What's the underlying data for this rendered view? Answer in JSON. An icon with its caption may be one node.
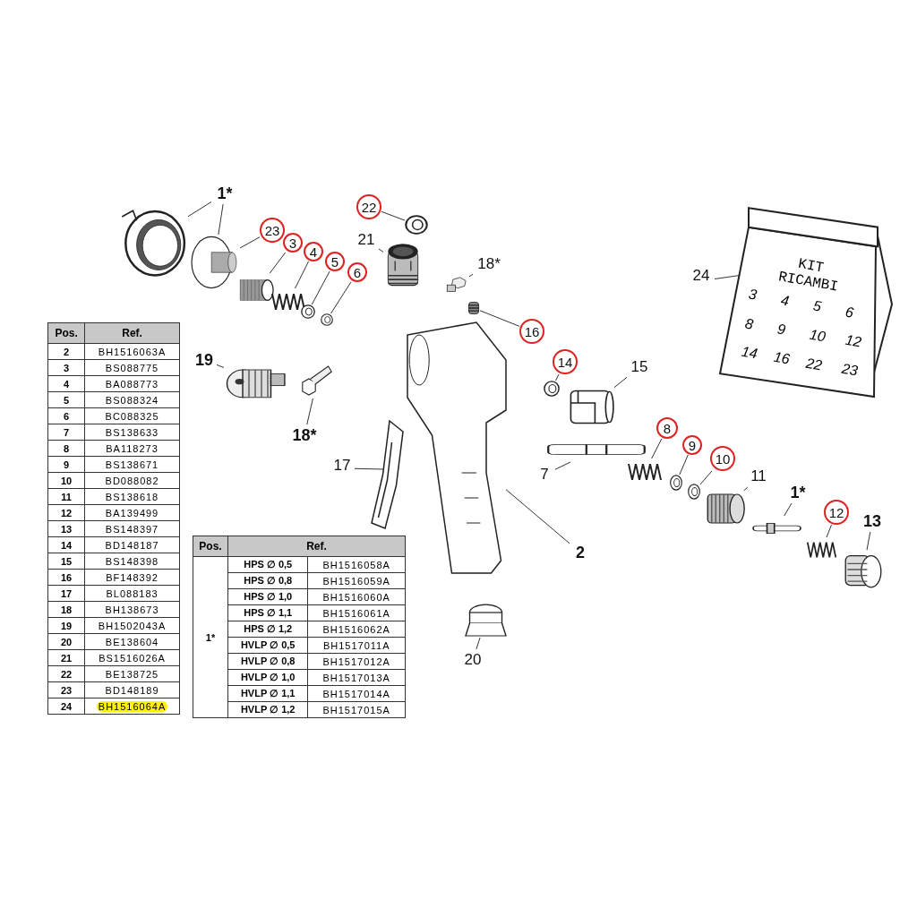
{
  "diagram": {
    "nodes": [
      {
        "text": [
          "1*"
        ]
      },
      {
        "text": [],
        "shape": "picture"
      },
      {
        "text": [],
        "shape": "picture"
      },
      {
        "text": [
          "23"
        ]
      },
      {
        "text": [
          "3"
        ]
      },
      {
        "text": [],
        "shape": "picture"
      },
      {
        "text": [
          "4"
        ]
      },
      {
        "text": [],
        "shape": "picture"
      },
      {
        "text": [
          "5"
        ]
      },
      {
        "text": [],
        "shape": "picture"
      },
      {
        "text": [
          "6"
        ]
      },
      {
        "text": [],
        "shape": "picture"
      },
      {
        "text": [
          "22"
        ]
      },
      {
        "text": [],
        "shape": "picture"
      },
      {
        "text": [
          "21"
        ]
      },
      {
        "text": [],
        "shape": "picture"
      },
      {
        "text": [
          "18*"
        ]
      },
      {
        "text": [],
        "shape": "picture"
      },
      {
        "text": [
          "16"
        ]
      },
      {
        "text": [],
        "shape": "picture"
      },
      {
        "text": [],
        "shape": "picture"
      },
      {
        "text": [
          "19"
        ]
      },
      {
        "text": [],
        "shape": "picture"
      },
      {
        "text": [
          "18*"
        ]
      },
      {
        "text": [],
        "shape": "picture"
      },
      {
        "text": [
          "14"
        ]
      },
      {
        "text": [],
        "shape": "picture"
      },
      {
        "text": [
          "15"
        ]
      },
      {
        "text": [],
        "shape": "picture"
      },
      {
        "text": [
          "7"
        ]
      },
      {
        "text": [],
        "shape": "picture"
      },
      {
        "text": [
          "17"
        ]
      },
      {
        "text": [],
        "shape": "picture"
      },
      {
        "text": [
          "2"
        ]
      },
      {
        "text": [
          "8"
        ]
      },
      {
        "text": [],
        "shape": "picture"
      },
      {
        "text": [
          "9"
        ]
      },
      {
        "text": [],
        "shape": "picture"
      },
      {
        "text": [
          "10"
        ]
      },
      {
        "text": [],
        "shape": "picture"
      },
      {
        "text": [
          "11"
        ]
      },
      {
        "text": [],
        "shape": "picture"
      },
      {
        "text": [
          "1*"
        ]
      },
      {
        "text": [],
        "shape": "picture"
      },
      {
        "text": [
          "12"
        ]
      },
      {
        "text": [],
        "shape": "picture"
      },
      {
        "text": [
          "13"
        ]
      },
      {
        "text": [],
        "shape": "picture"
      },
      {
        "text": [
          "20"
        ]
      },
      {
        "text": [],
        "shape": "picture"
      },
      {
        "text": [
          "24"
        ]
      },
      {
        "text": [
          "KIT RICAMBI",
          "3",
          "4",
          "5",
          "6",
          "8",
          "9",
          "10",
          "12",
          "14",
          "16",
          "22",
          "23"
        ]
      }
    ],
    "edges": [
      {
        "from": 0,
        "to": 1,
        "arrow": "none"
      },
      {
        "from": 0,
        "to": 2,
        "arrow": "none"
      },
      {
        "from": 3,
        "to": 2,
        "arrow": "none"
      },
      {
        "from": 4,
        "to": 5,
        "arrow": "none"
      },
      {
        "from": 6,
        "to": 7,
        "arrow": "none"
      },
      {
        "from": 8,
        "to": 9,
        "arrow": "none"
      },
      {
        "from": 10,
        "to": 11,
        "arrow": "none"
      },
      {
        "from": 12,
        "to": 13,
        "arrow": "none"
      },
      {
        "from": 14,
        "to": 15,
        "arrow": "none"
      },
      {
        "from": 16,
        "to": 17,
        "arrow": "none"
      },
      {
        "from": 18,
        "to": 19,
        "arrow": "none"
      },
      {
        "from": 21,
        "to": 22,
        "arrow": "none"
      },
      {
        "from": 23,
        "to": 24,
        "arrow": "none"
      },
      {
        "from": 25,
        "to": 26,
        "arrow": "none"
      },
      {
        "from": 27,
        "to": 28,
        "arrow": "none"
      },
      {
        "from": 29,
        "to": 30,
        "arrow": "none"
      },
      {
        "from": 31,
        "to": 32,
        "arrow": "none"
      },
      {
        "from": 33,
        "to": 20,
        "arrow": "none"
      },
      {
        "from": 34,
        "to": 35,
        "arrow": "none"
      },
      {
        "from": 36,
        "to": 37,
        "arrow": "none"
      },
      {
        "from": 38,
        "to": 39,
        "arrow": "none"
      },
      {
        "from": 40,
        "to": 41,
        "arrow": "none"
      },
      {
        "from": 42,
        "to": 43,
        "arrow": "none"
      },
      {
        "from": 44,
        "to": 45,
        "arrow": "none"
      },
      {
        "from": 46,
        "to": 47,
        "arrow": "none"
      },
      {
        "from": 48,
        "to": 49,
        "arrow": "none"
      },
      {
        "from": 50,
        "to": 51,
        "arrow": "none"
      }
    ],
    "labels": [
      "Pos.",
      "Ref.",
      "2",
      "BH1516063A",
      "3",
      "BS088775",
      "4",
      "BA088773",
      "5",
      "BS088324",
      "6",
      "BC088325",
      "7",
      "BS138633",
      "8",
      "BA118273",
      "9",
      "BS138671",
      "10",
      "BD088082",
      "11",
      "BS138618",
      "12",
      "BA139499",
      "13",
      "BS148397",
      "14",
      "BD148187",
      "15",
      "BS148398",
      "16",
      "BF148392",
      "17",
      "BL088183",
      "18",
      "BH138673",
      "19",
      "BH1502043A",
      "20",
      "BE138604",
      "21",
      "BS1516026A",
      "22",
      "BE138725",
      "23",
      "BD148189",
      "24",
      "BH1516064A",
      "Pos.",
      "Ref.",
      "1*",
      "HPS ∅ 0,5",
      "BH1516058A",
      "HPS ∅ 0,8",
      "BH1516059A",
      "HPS ∅ 1,0",
      "BH1516060A",
      "HPS ∅ 1,1",
      "BH1516061A",
      "HPS ∅ 1,2",
      "BH1516062A",
      "HVLP ∅ 0,5",
      "BH1517011A",
      "HVLP ∅ 0,8",
      "BH1517012A",
      "HVLP ∅ 1,0",
      "BH1517013A",
      "HVLP ∅ 1,1",
      "BH1517014A",
      "HVLP ∅ 1,2",
      "BH1517015A"
    ]
  }
}
